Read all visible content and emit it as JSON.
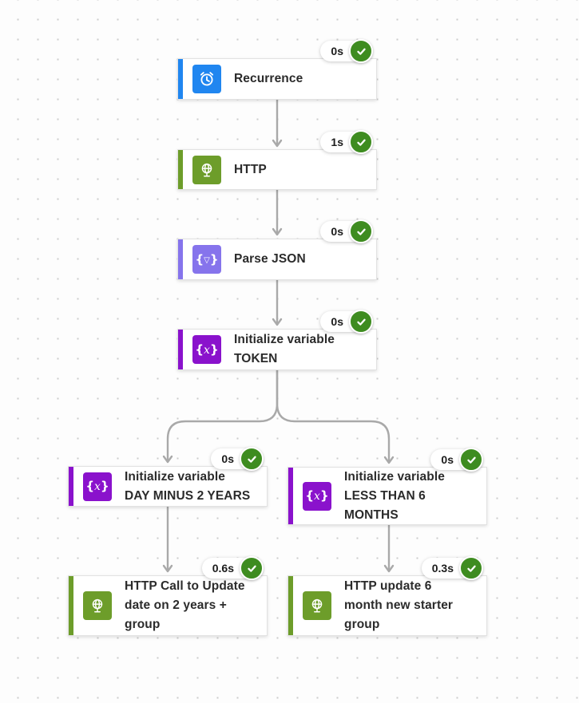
{
  "app": {
    "name": "flow-run-diagram",
    "colors": {
      "recurrence_blue": "#2086f0",
      "http_green": "#6d9d2a",
      "parse_json_violet": "#8674ec",
      "variable_purple": "#8a12cc",
      "success_check_green": "#3e8c20",
      "connector_gray": "#a9a9a9",
      "canvas_background": "#fdfdfd",
      "grid_dot": "#cccccc"
    }
  },
  "nodes": [
    {
      "id": "recurrence",
      "icon": "alarm-clock-icon",
      "lines": [
        "Recurrence"
      ],
      "duration": "0s",
      "status": "success"
    },
    {
      "id": "http",
      "icon": "globe-icon",
      "lines": [
        "HTTP"
      ],
      "duration": "1s",
      "status": "success"
    },
    {
      "id": "parse-json",
      "icon": "parse-json-braces-icon",
      "lines": [
        "Parse JSON"
      ],
      "duration": "0s",
      "status": "success"
    },
    {
      "id": "initialize-variable-token",
      "icon": "variable-braces-x-icon",
      "lines": [
        "Initialize variable",
        "TOKEN"
      ],
      "duration": "0s",
      "status": "success"
    },
    {
      "id": "initialize-variable-day-minus-2-years",
      "icon": "variable-braces-x-icon",
      "lines": [
        "Initialize variable",
        "DAY MINUS 2 YEARS"
      ],
      "duration": "0s",
      "status": "success"
    },
    {
      "id": "initialize-variable-less-than-6-months",
      "icon": "variable-braces-x-icon",
      "lines": [
        "Initialize variable",
        "LESS THAN 6",
        "MONTHS"
      ],
      "duration": "0s",
      "status": "success"
    },
    {
      "id": "http-call-update-2-years-group",
      "icon": "globe-icon",
      "lines": [
        "HTTP Call to Update",
        "date on 2 years +",
        "group"
      ],
      "duration": "0.6s",
      "status": "success"
    },
    {
      "id": "http-update-6-month-starter-group",
      "icon": "globe-icon",
      "lines": [
        "HTTP update 6",
        "month new starter",
        "group"
      ],
      "duration": "0.3s",
      "status": "success"
    }
  ]
}
